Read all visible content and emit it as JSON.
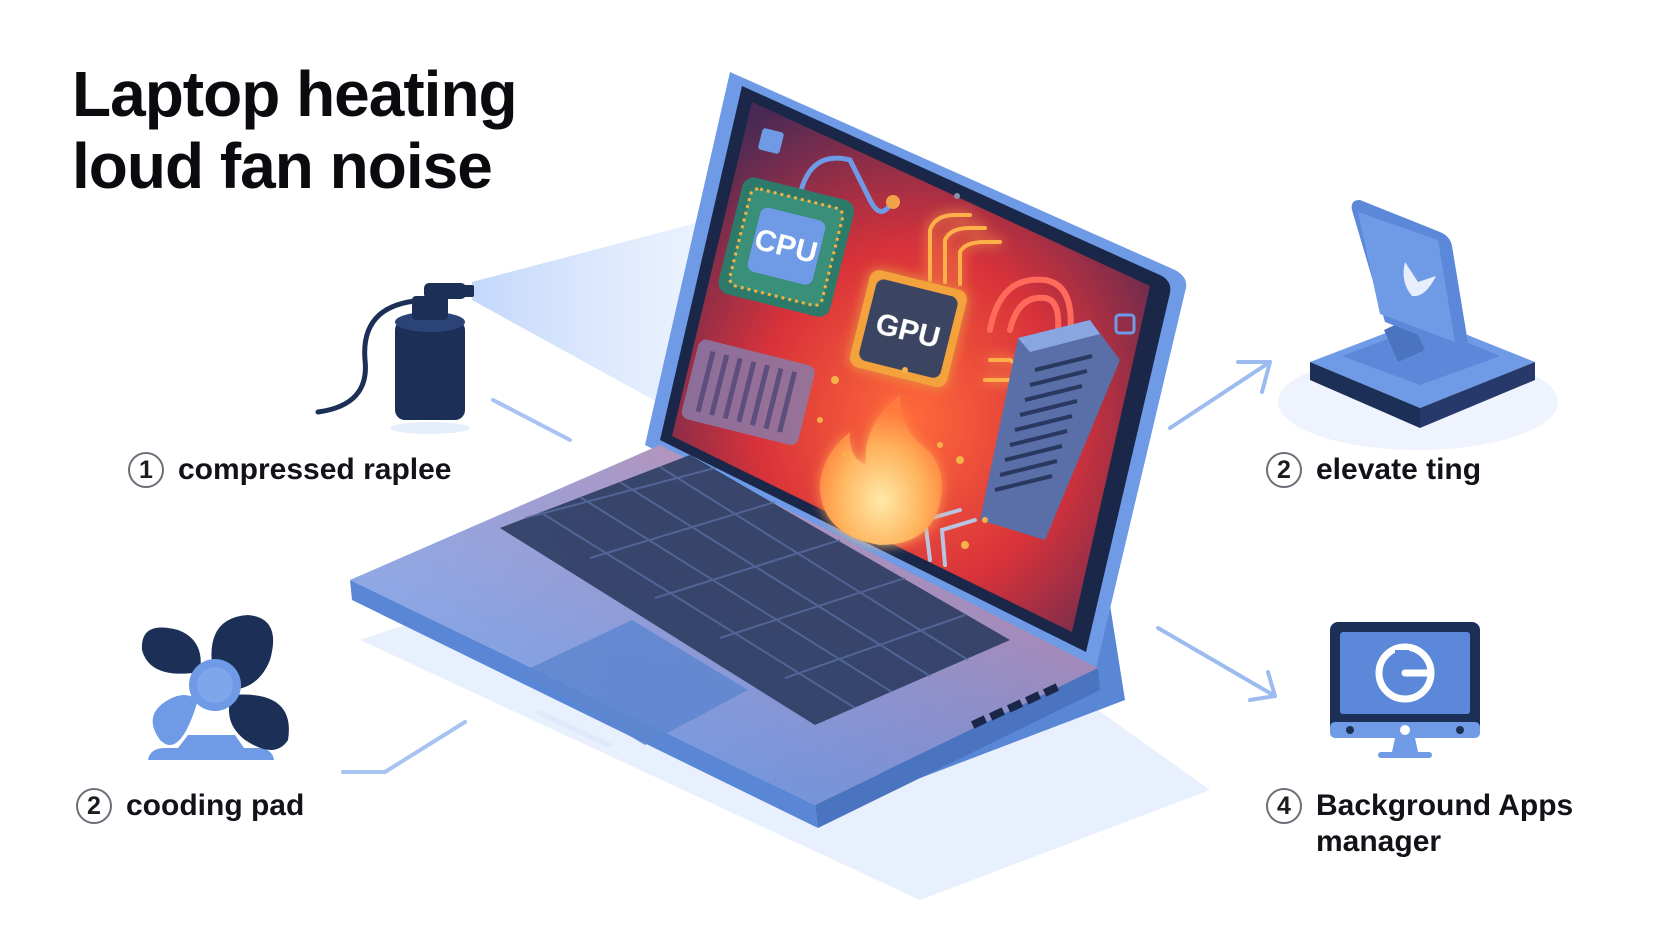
{
  "title": {
    "line1": "Laptop heating",
    "line2": "loud fan noise"
  },
  "laptop_screen": {
    "cpu_label": "CPU",
    "gpu_label": "GPU"
  },
  "tips": [
    {
      "number": "1",
      "label": "compressed raplee",
      "icon": "compressed-air-can-icon"
    },
    {
      "number": "2",
      "label": "elevate ting",
      "icon": "laptop-stand-icon"
    },
    {
      "number": "2",
      "label": "cooding pad",
      "icon": "fan-icon"
    },
    {
      "number": "4",
      "label": "Background Apps manager",
      "icon": "monitor-g-icon"
    }
  ],
  "colors": {
    "laptop_blue": "#6e9ae6",
    "navy": "#1c2f57",
    "heat_red": "#e83a2a",
    "flame_orange": "#ff8a3c",
    "arrow_blue": "#9cbcf0"
  }
}
